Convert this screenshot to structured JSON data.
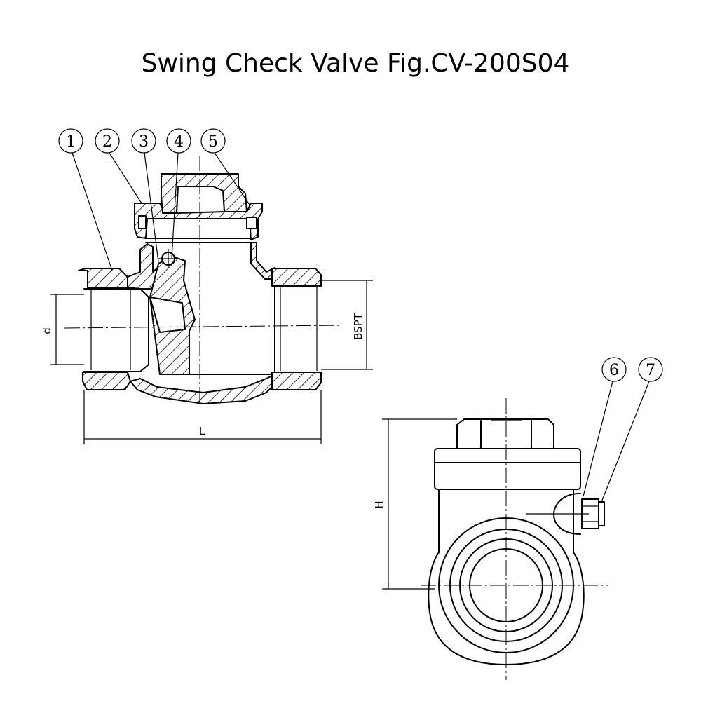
{
  "title": "Swing Check Valve Fig.CV-200S04",
  "balloons": [
    "1",
    "2",
    "3",
    "4",
    "5",
    "6",
    "7"
  ],
  "dimensions": {
    "d": "d",
    "bspt": "BSPT",
    "l": "L",
    "h": "H"
  }
}
